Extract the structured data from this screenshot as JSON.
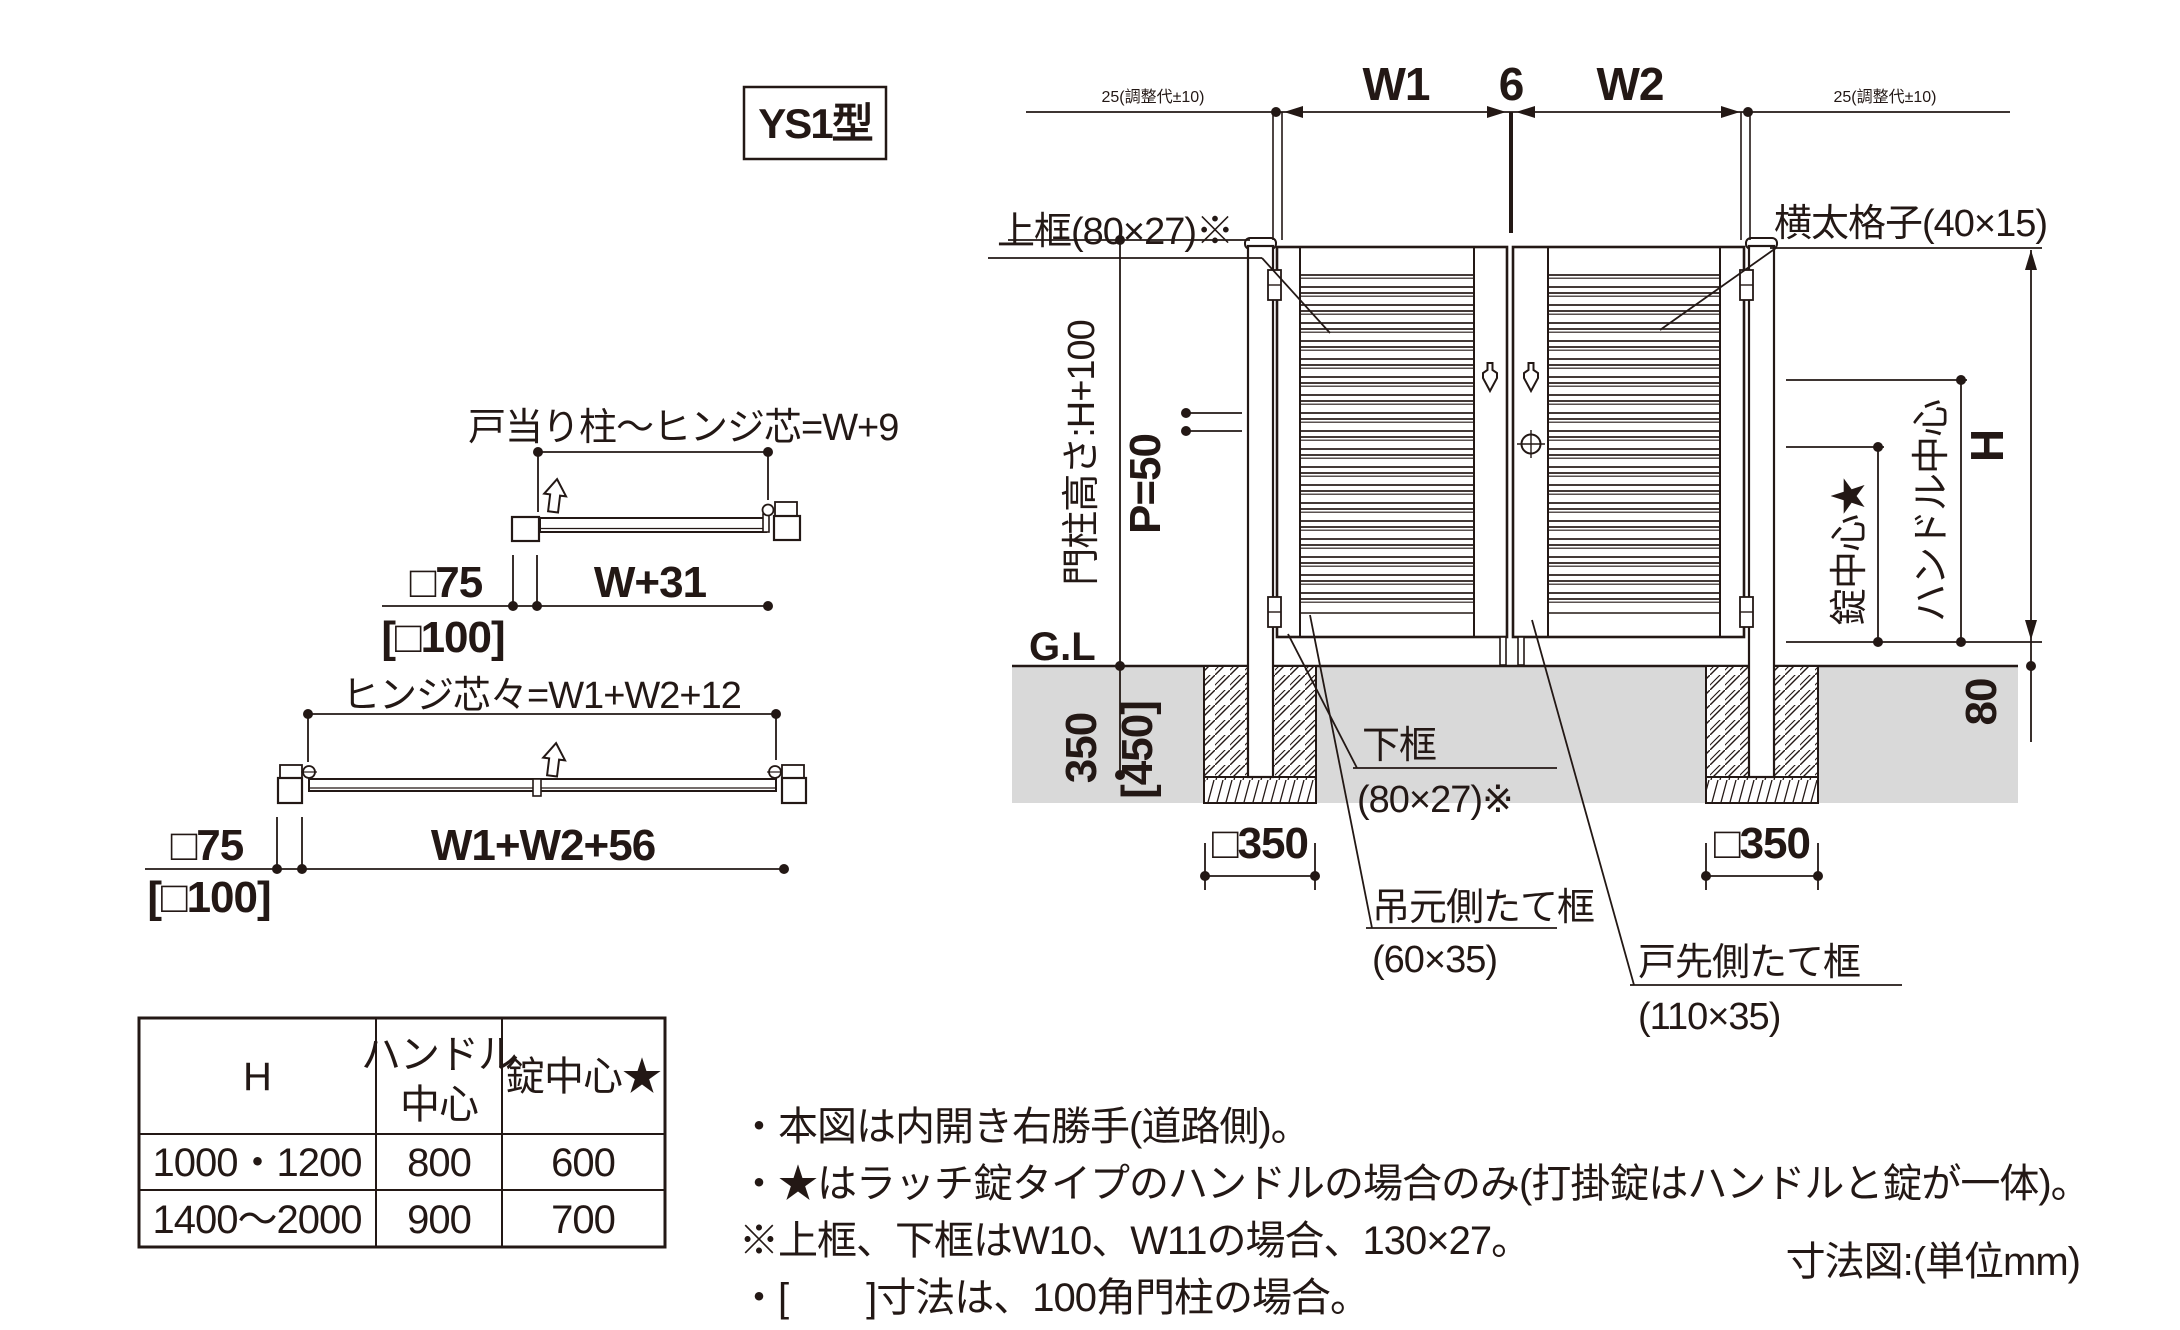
{
  "title_box": {
    "model": "YS1型"
  },
  "top_dims": {
    "left_adjust": "25(調整代±10)",
    "w1": "W1",
    "gap": "6",
    "w2": "W2",
    "right_adjust": "25(調整代±10)"
  },
  "callouts": {
    "top_rail": "上框(80×27)※",
    "lattice": "横太格子(40×15)",
    "bottom_rail_line1": "下框",
    "bottom_rail_line2": "(80×27)※",
    "hinge_stile_line1": "吊元側たて框",
    "hinge_stile_line2": "(60×35)",
    "latch_stile_line1": "戸先側たて框",
    "latch_stile_line2": "(110×35)"
  },
  "left_dims": {
    "post_height": "門柱高さ:H+100",
    "pitch": "P=50",
    "ground": "G.L",
    "embed": "350",
    "embed_alt": "[450]",
    "footing_left": "□350",
    "footing_right": "□350"
  },
  "right_dims": {
    "lock_center": "錠中心★",
    "handle_center": "ハンドル中心",
    "height": "H",
    "bottom_clearance": "80"
  },
  "plan_top": {
    "label": "戸当り柱〜ヒンジ芯=W+9",
    "post": "□75",
    "post_alt": "[□100]",
    "width": "W+31"
  },
  "plan_bottom": {
    "label": "ヒンジ芯々=W1+W2+12",
    "post": "□75",
    "post_alt": "[□100]",
    "width": "W1+W2+56"
  },
  "table": {
    "col1_header": "H",
    "col2_header_line1": "ハンドル",
    "col2_header_line2": "中心",
    "col3_header": "錠中心★",
    "rows": [
      [
        "1000・1200",
        "800",
        "600"
      ],
      [
        "1400〜2000",
        "900",
        "700"
      ]
    ]
  },
  "notes": [
    "・本図は内開き右勝手(道路側)。",
    "・★はラッチ錠タイプのハンドルの場合のみ(打掛錠はハンドルと錠が一体)。",
    "※上框、下框はW10、W11の場合、130×27。",
    "・[　　]寸法は、100角門柱の場合。"
  ],
  "footer": {
    "caption": "寸法図:(単位mm)"
  },
  "colors": {
    "line": "#231815",
    "ground_fill": "#d9d9d9"
  }
}
